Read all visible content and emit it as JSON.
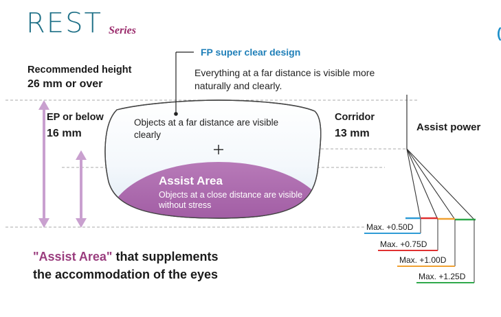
{
  "logo": {
    "main": "REST",
    "sub": "Series"
  },
  "fp": {
    "title": "FP super clear design",
    "description": "Everything at a far distance is visible more naturally and clearly."
  },
  "recommended": {
    "label": "Recommended height",
    "value": "26 mm or over"
  },
  "ep": {
    "label": "EP or below",
    "value": "16 mm"
  },
  "corridor": {
    "label": "Corridor",
    "value": "13 mm"
  },
  "lens": {
    "far_text": "Objects at a far distance are visible clearly",
    "assist_title": "Assist Area",
    "assist_desc": "Objects at a close distance are visible without stress"
  },
  "assist_power": {
    "title": "Assist power",
    "levels": [
      {
        "label": "Max. +0.50D",
        "color": "#2e9bd6"
      },
      {
        "label": "Max. +0.75D",
        "color": "#e03030"
      },
      {
        "label": "Max. +1.00D",
        "color": "#f0a030"
      },
      {
        "label": "Max. +1.25D",
        "color": "#2ea84a"
      }
    ]
  },
  "caption": {
    "highlight": "\"Assist Area\"",
    "line1_rest": " that supplements",
    "line2": "the accommodation of the eyes"
  },
  "colors": {
    "brand": "#1d6f86",
    "accent": "#9a3d7e",
    "fp_blue": "#1f7fb8",
    "arrow": "#c9a0cf"
  }
}
